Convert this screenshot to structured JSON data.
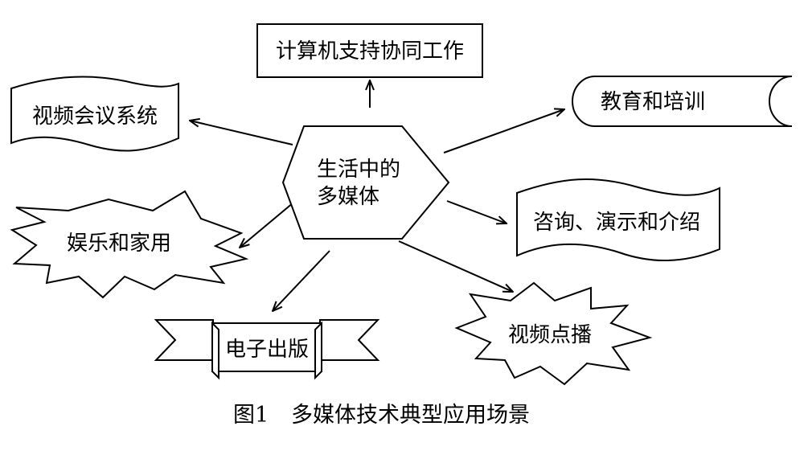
{
  "diagram": {
    "center": {
      "line1": "生活中的",
      "line2": "多媒体"
    },
    "nodes": {
      "cscw": "计算机支持协同工作",
      "video_conference": "视频会议系统",
      "education": "教育和培训",
      "entertainment": "娱乐和家用",
      "consulting": "咨询、演示和介绍",
      "publishing": "电子出版",
      "vod": "视频点播"
    },
    "caption": {
      "figure_no": "图1",
      "title": "多媒体技术典型应用场景"
    }
  },
  "colors": {
    "stroke": "#000000",
    "fill": "#ffffff",
    "text": "#000000"
  }
}
